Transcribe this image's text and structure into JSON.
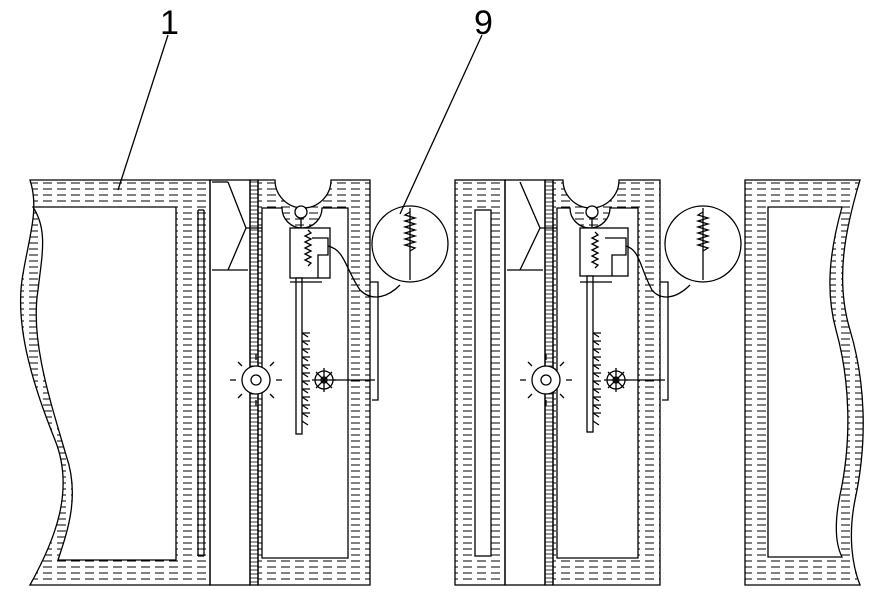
{
  "figure": {
    "reference_labels": [
      {
        "id": "label-1",
        "text": "1"
      },
      {
        "id": "label-9",
        "text": "9"
      }
    ],
    "colors": {
      "line": "#000000",
      "background": "#ffffff"
    }
  }
}
